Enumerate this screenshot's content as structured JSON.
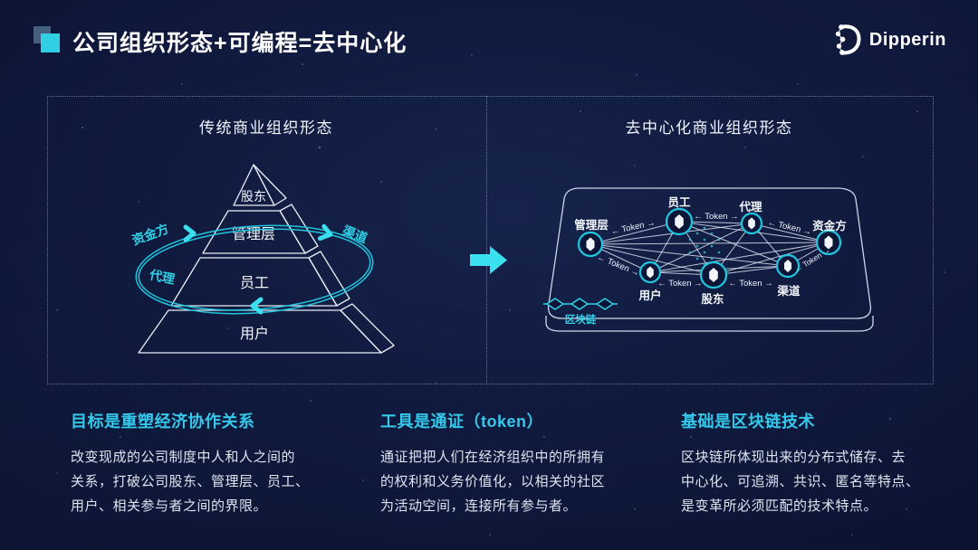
{
  "header": {
    "title": "公司组织形态+可编程=去中心化",
    "brand": "Dipperin"
  },
  "panels": {
    "left": {
      "title": "传统商业组织形态",
      "layers": [
        "股东",
        "管理层",
        "员工",
        "用户"
      ],
      "orbit": [
        "资金方",
        "渠道",
        "代理"
      ]
    },
    "right": {
      "title": "去中心化商业组织形态",
      "nodes": [
        "管理层",
        "员工",
        "代理",
        "资金方",
        "用户",
        "股东",
        "渠道"
      ],
      "token": "← Token →",
      "chain": "区块链"
    }
  },
  "columns": [
    {
      "heading": "目标是重塑经济协作关系",
      "lines": [
        "改变现成的公司制度中人和人之间的",
        "关系，打破公司股东、管理层、员工、",
        "用户、相关参与者之间的界限。"
      ]
    },
    {
      "heading": "工具是通证（token）",
      "lines": [
        "通证把把人们在经济组织中的所拥有",
        "的权利和义务价值化，以相关的社区",
        "为活动空间，连接所有参与者。"
      ]
    },
    {
      "heading": "基础是区块链技术",
      "lines": [
        "区块链所体现出来的分布式储存、去",
        "中心化、可追溯、共识、匿名等特点、",
        "是变革所必须匹配的技术特点。"
      ]
    }
  ],
  "colors": {
    "accent": "#30cfe6",
    "background": "#0d1636",
    "heading": "#35c8ea"
  }
}
